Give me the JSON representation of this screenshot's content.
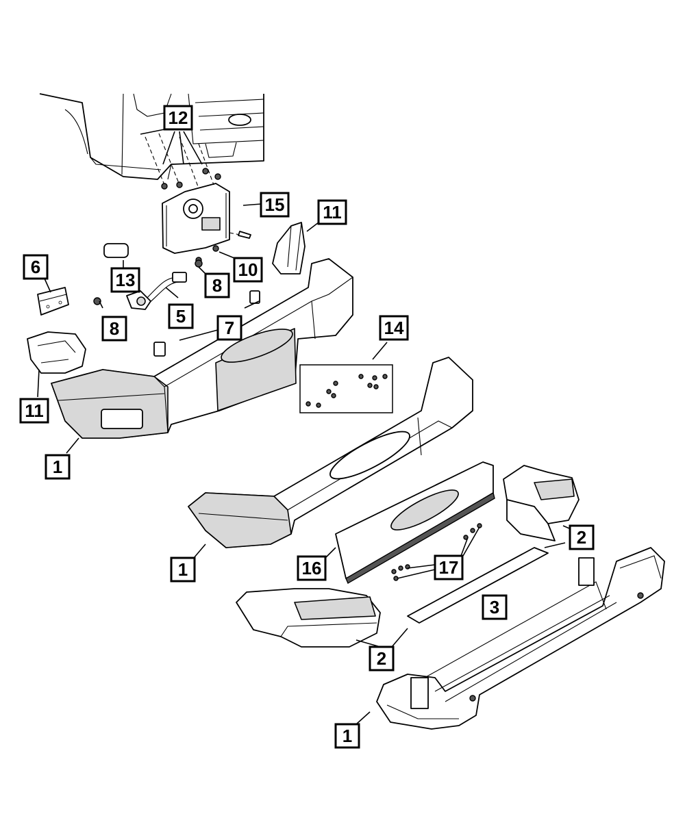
{
  "callouts": {
    "c1a": "1",
    "c1b": "1",
    "c1c": "1",
    "c2a": "2",
    "c2b": "2",
    "c3": "3",
    "c5": "5",
    "c6": "6",
    "c7": "7",
    "c8a": "8",
    "c8b": "8",
    "c10": "10",
    "c11a": "11",
    "c11b": "11",
    "c12": "12",
    "c13": "13",
    "c14": "14",
    "c15": "15",
    "c16": "16",
    "c17": "17"
  }
}
